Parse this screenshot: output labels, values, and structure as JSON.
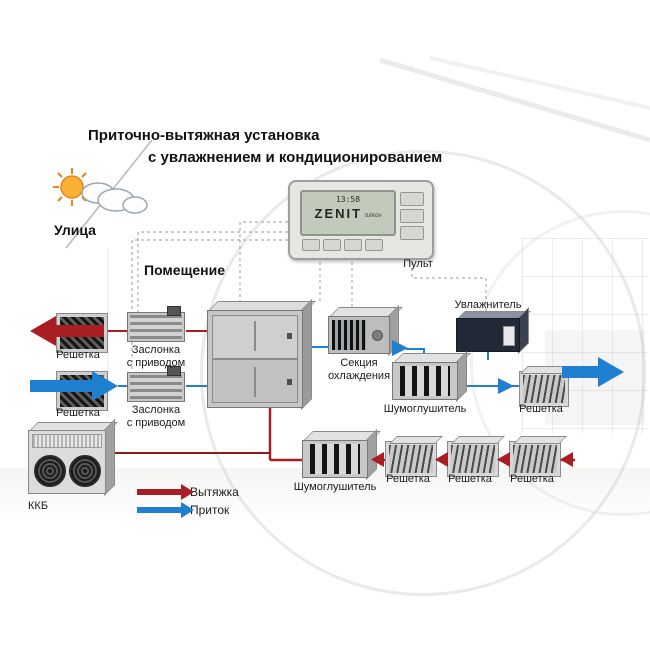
{
  "title": {
    "line1": "Приточно-вытяжная установка",
    "line2": "с увлажнением и кондиционированием"
  },
  "zones": {
    "street": "Улица",
    "room": "Помещение"
  },
  "remote": {
    "label": "Пульт",
    "time": "13:58",
    "brand": "ZENIT",
    "brand_sub": "turkov"
  },
  "components": {
    "grille_exhaust_street": "Решетка",
    "grille_supply_street": "Решетка",
    "damper_exhaust": {
      "line1": "Заслонка",
      "line2": "с приводом"
    },
    "damper_supply": {
      "line1": "Заслонка",
      "line2": "с приводом"
    },
    "cooling": {
      "line1": "Секция",
      "line2": "охлаждения"
    },
    "humidifier": "Увлажнитель",
    "silencer_supply": "Шумоглушитель",
    "silencer_exhaust": "Шумоглушитель",
    "grille_supply_room": "Решетка",
    "grille_exhaust_room_1": "Решетка",
    "grille_exhaust_room_2": "Решетка",
    "grille_exhaust_room_3": "Решетка",
    "kkb": "ККБ"
  },
  "legend": {
    "exhaust": "Вытяжка",
    "supply": "Приток"
  },
  "colors": {
    "exhaust_red": "#a81e22",
    "supply_blue": "#1f7fd0"
  }
}
